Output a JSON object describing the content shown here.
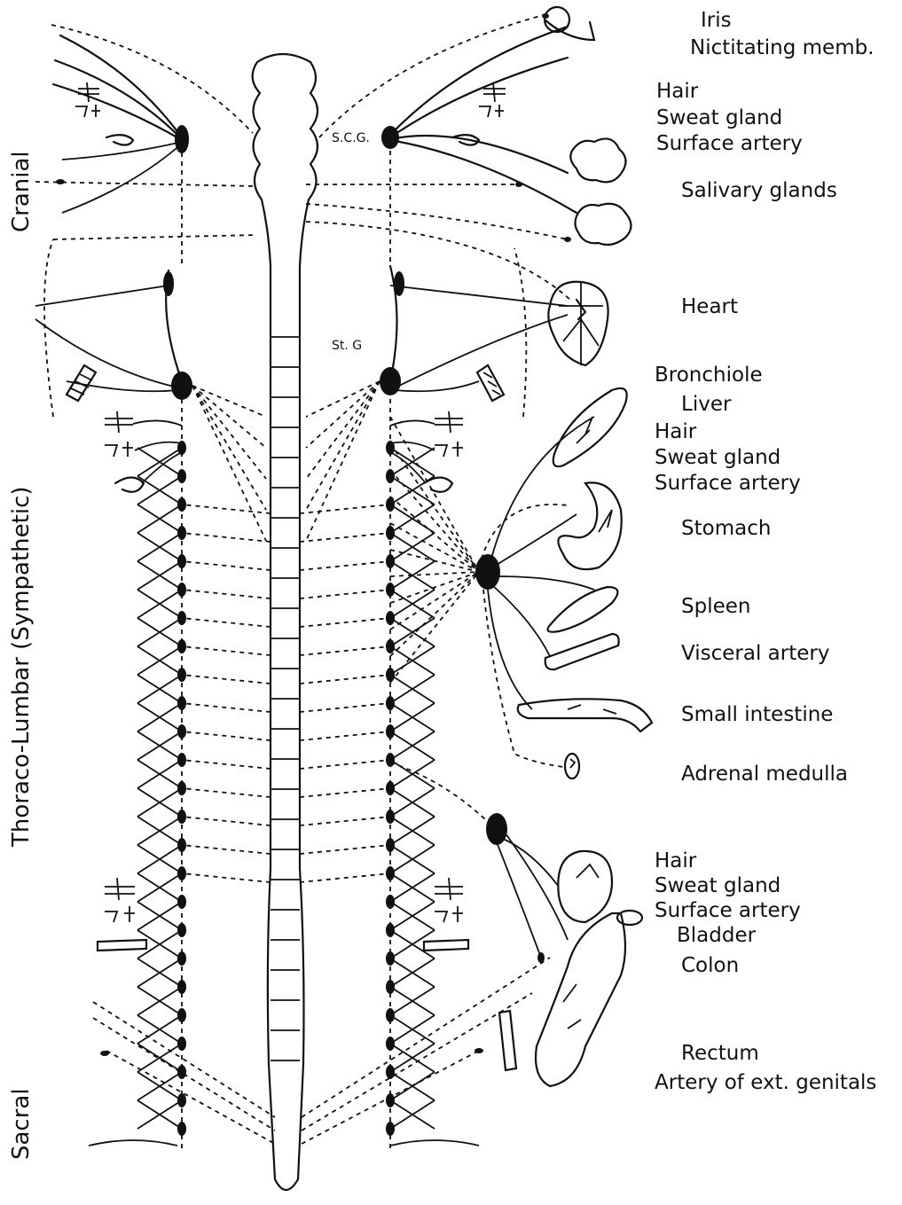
{
  "regions": {
    "cranial": "Cranial",
    "thoraco_lumbar": "Thoraco-Lumbar (Sympathetic)",
    "sacral": "Sacral"
  },
  "ganglia": {
    "scg": "S.C.G.",
    "stg": "St. G"
  },
  "organs": {
    "iris": "Iris",
    "nictitating": "Nictitating memb.",
    "hair_1": "Hair",
    "sweat_1": "Sweat gland",
    "artery_1": "Surface artery",
    "salivary": "Salivary glands",
    "heart": "Heart",
    "bronchiole": "Bronchiole",
    "liver": "Liver",
    "hair_2": "Hair",
    "sweat_2": "Sweat gland",
    "artery_2": "Surface artery",
    "stomach": "Stomach",
    "spleen": "Spleen",
    "visceral": "Visceral artery",
    "small_int": "Small intestine",
    "adrenal": "Adrenal medulla",
    "hair_3": "Hair",
    "sweat_3": "Sweat gland",
    "artery_3": "Surface artery",
    "bladder": "Bladder",
    "colon": "Colon",
    "rectum": "Rectum",
    "genitals": "Artery of ext. genitals"
  }
}
